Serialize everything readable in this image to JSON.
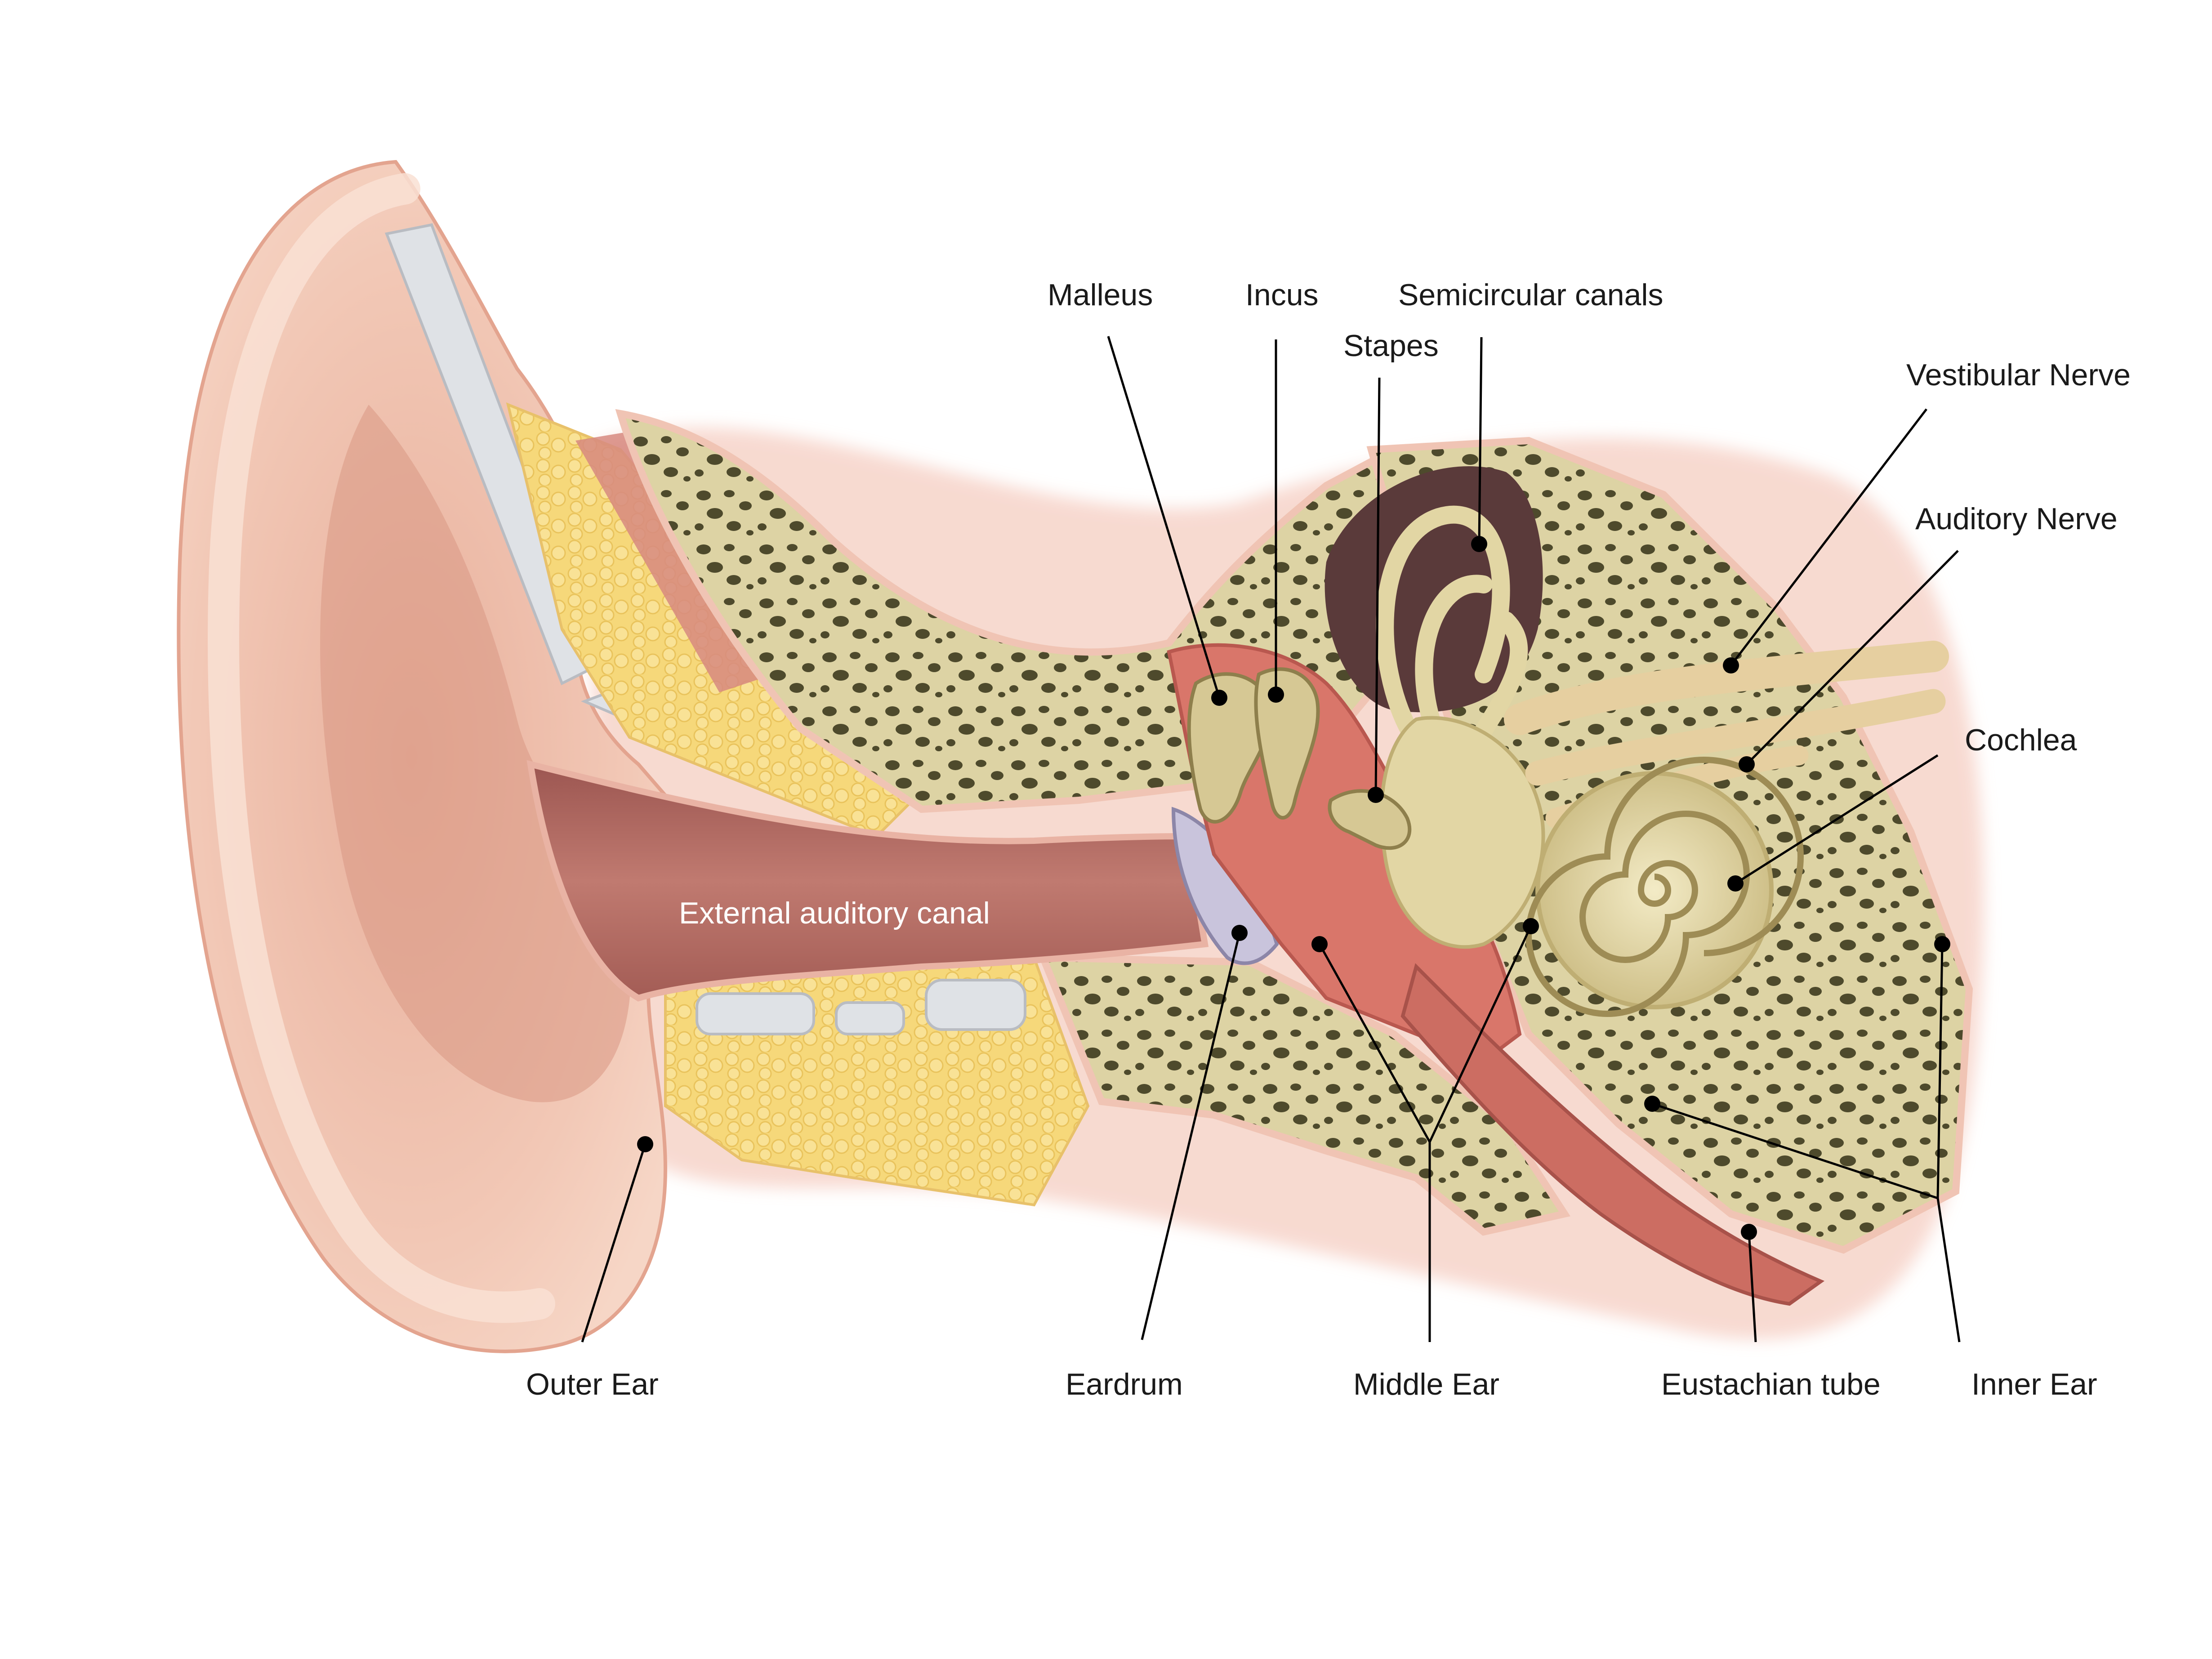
{
  "diagram": {
    "labels": {
      "malleus": "Malleus",
      "incus": "Incus",
      "semicircular_canals": "Semicircular canals",
      "stapes": "Stapes",
      "vestibular_nerve": "Vestibular Nerve",
      "auditory_nerve": "Auditory Nerve",
      "cochlea": "Cochlea",
      "external_auditory_canal": "External auditory canal",
      "outer_ear": "Outer Ear",
      "eardrum": "Eardrum",
      "middle_ear": "Middle Ear",
      "eustachian_tube": "Eustachian tube",
      "inner_ear": "Inner Ear"
    },
    "colors": {
      "skin": "#f2c4b0",
      "skin_dark": "#c98a76",
      "canal": "#b56d66",
      "bone": "#ddd3a4",
      "bone_pore": "#4e4a2c",
      "fat": "#f6d87a",
      "cartilage": "#dde0e4",
      "cavity": "#5a3a3a",
      "middle_ear": "#d9766a",
      "tube": "#cc6d62",
      "nerve": "#e2c79a",
      "cochlea": "#e6dba6",
      "ink": "#000000"
    }
  }
}
